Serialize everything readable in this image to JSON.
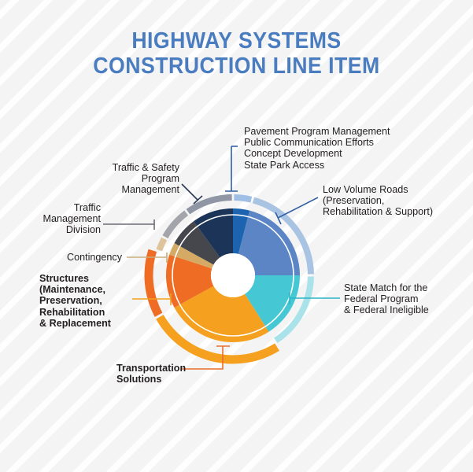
{
  "title": {
    "line1": "HIGHWAY SYSTEMS",
    "line2": "CONSTRUCTION LINE ITEM",
    "color": "#4a7cc0"
  },
  "background": {
    "base_color": "#f4f4f5",
    "stripe_color": "#ffffff"
  },
  "labels": {
    "pavement": {
      "l1": "Pavement Program Management",
      "l2": "Public Communication Efforts",
      "l3": "Concept Development",
      "l4": "State Park Access"
    },
    "low_volume": {
      "l1": "Low Volume Roads",
      "l2": "(Preservation,",
      "l3": "Rehabilitation & Support)"
    },
    "state_match": {
      "l1": "State Match for the",
      "l2": "Federal Program",
      "l3": "& Federal Ineligible"
    },
    "transportation": {
      "l1": "Transportation",
      "l2": "Solutions"
    },
    "structures": {
      "l1": "Structures",
      "l2": "(Maintenance,",
      "l3": "Preservation,",
      "l4": "Rehabilitation",
      "l5": "& Replacement"
    },
    "contingency": {
      "l1": "Contingency"
    },
    "traffic_mgmt": {
      "l1": "Traffic",
      "l2": "Management",
      "l3": "Division"
    },
    "traffic_safety": {
      "l1": "Traffic & Safety",
      "l2": "Program",
      "l3": "Management"
    }
  },
  "chart_data": {
    "type": "pie",
    "title": "HIGHWAY SYSTEMS CONSTRUCTION LINE ITEM",
    "subtype": "donut with outer highlight arcs",
    "legend": "callout labels with leader lines",
    "grid": false,
    "hole_ratio": 0.33,
    "total_degrees": 360,
    "start_angle_deg": -90,
    "direction": "clockwise",
    "slices": [
      {
        "name": "Pavement Program Management / Public Communication Efforts / Concept Development / State Park Access",
        "short": "pavement",
        "value": 4,
        "start_deg": -90,
        "end_deg": -75.6,
        "color": "#1c64b0",
        "outer_arc_color": "#9fc0e4"
      },
      {
        "name": "Low Volume Roads (Preservation, Rehabilitation & Support)",
        "short": "low-volume-roads",
        "value": 21,
        "start_deg": -75.6,
        "end_deg": 0,
        "color": "#5b85c4",
        "outer_arc_color": "#a9c3e2"
      },
      {
        "name": "State Match for the Federal Program & Federal Ineligible",
        "short": "state-match",
        "value": 16,
        "start_deg": 0,
        "end_deg": 57.6,
        "color": "#45c8d4",
        "outer_arc_color": "#a9e3e9"
      },
      {
        "name": "Transportation Solutions",
        "short": "transportation-solutions",
        "value": 26,
        "start_deg": 57.6,
        "end_deg": 151.2,
        "color": "#f5a01e",
        "outer_arc_color": "#f5a01e"
      },
      {
        "name": "Structures (Maintenance, Preservation, Rehabilitation & Replacement",
        "short": "structures",
        "value": 13,
        "start_deg": 151.2,
        "end_deg": 198,
        "color": "#ee6c23",
        "outer_arc_color": "#ee6c23"
      },
      {
        "name": "Contingency",
        "short": "contingency",
        "value": 3,
        "start_deg": 198,
        "end_deg": 208.8,
        "color": "#d4aa64",
        "outer_arc_color": "#ddc49a"
      },
      {
        "name": "Traffic Management Division",
        "short": "traffic-management-division",
        "value": 7,
        "start_deg": 208.8,
        "end_deg": 234,
        "color": "#45474d",
        "outer_arc_color": "#a3a5ab"
      },
      {
        "name": "Traffic & Safety Program Management",
        "short": "traffic-safety-program-management",
        "value": 10,
        "start_deg": 234,
        "end_deg": 270,
        "color": "#1b3458",
        "outer_arc_color": "#9096a4"
      }
    ]
  }
}
